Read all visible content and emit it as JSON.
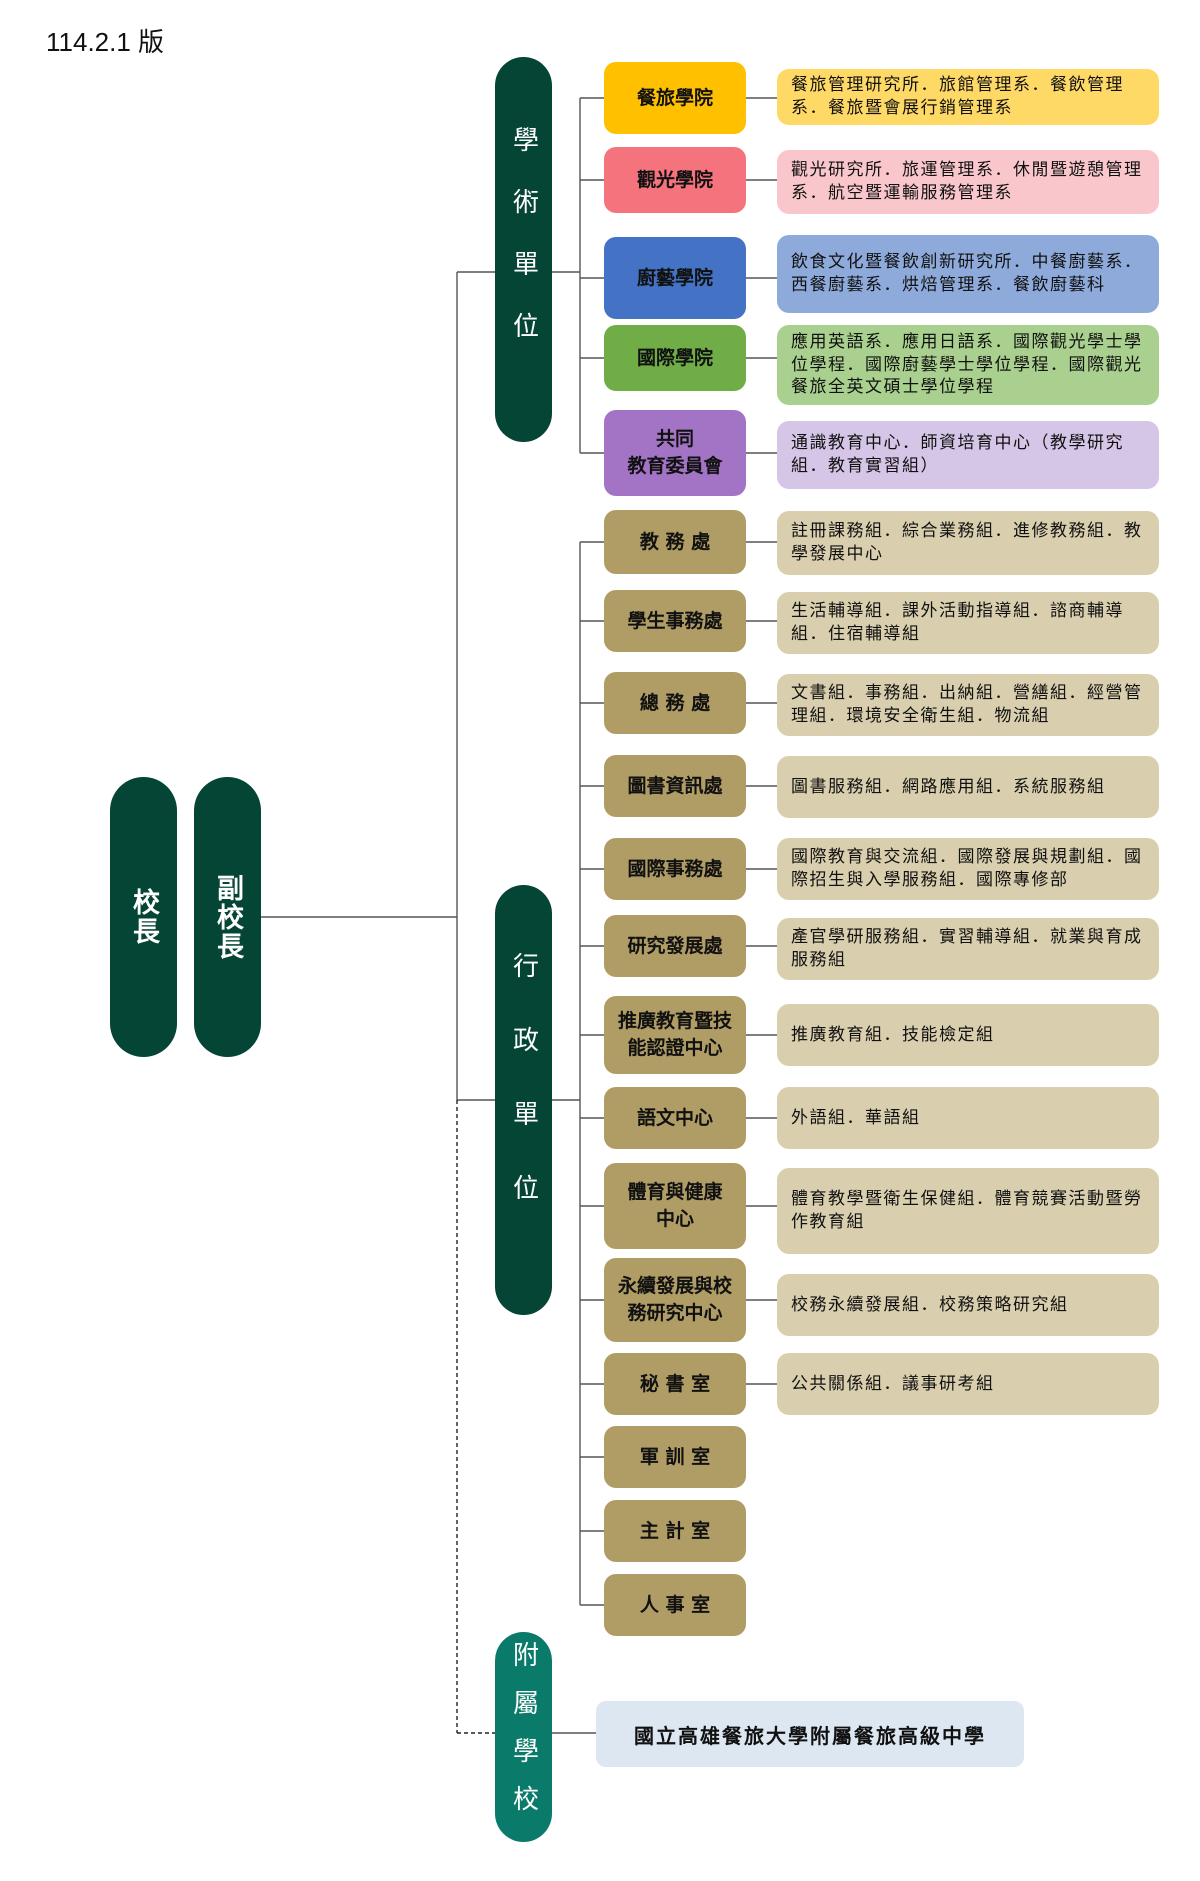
{
  "version": "114.2.1 版",
  "leaders": {
    "president": "校長",
    "vice_president": "副校長"
  },
  "categories": {
    "academic": "學術單位",
    "administrative": "行政單位",
    "affiliated": "附屬學校"
  },
  "academic_units": [
    {
      "name": "餐旅學院",
      "desc": "餐旅管理研究所．旅館管理系．餐飲管理系．餐旅暨會展行銷管理系",
      "color": "#ffc000",
      "desc_color": "#ffd966"
    },
    {
      "name": "觀光學院",
      "desc": "觀光研究所．旅運管理系．休閒暨遊憩管理系．航空暨運輸服務管理系",
      "color": "#f4737d",
      "desc_color": "#f9c7cb"
    },
    {
      "name": "廚藝學院",
      "desc": "飲食文化暨餐飲創新研究所．中餐廚藝系．西餐廚藝系．烘焙管理系．餐飲廚藝科",
      "color": "#4472c4",
      "desc_color": "#8eaadb"
    },
    {
      "name": "國際學院",
      "desc": "應用英語系．應用日語系．國際觀光學士學位學程．國際廚藝學士學位學程．國際觀光餐旅全英文碩士學位學程",
      "color": "#70ad47",
      "desc_color": "#a9d08e"
    },
    {
      "name": "共同\n教育委員會",
      "desc": "通識教育中心．師資培育中心（教學研究組．教育實習組）",
      "color": "#a374c6",
      "desc_color": "#d5c5e6"
    }
  ],
  "admin_units": [
    {
      "name": "教 務 處",
      "desc": "註冊課務組．綜合業務組．進修教務組．教學發展中心"
    },
    {
      "name": "學生事務處",
      "desc": "生活輔導組．課外活動指導組．諮商輔導組．住宿輔導組"
    },
    {
      "name": "總 務 處",
      "desc": "文書組．事務組．出納組．營繕組．經營管理組．環境安全衛生組．物流組"
    },
    {
      "name": "圖書資訊處",
      "desc": "圖書服務組．網路應用組．系統服務組"
    },
    {
      "name": "國際事務處",
      "desc": "國際教育與交流組．國際發展與規劃組．國際招生與入學服務組．國際專修部"
    },
    {
      "name": "研究發展處",
      "desc": "產官學研服務組．實習輔導組．就業與育成服務組"
    },
    {
      "name": "推廣教育暨技\n能認證中心",
      "desc": "推廣教育組．技能檢定組"
    },
    {
      "name": "語文中心",
      "desc": "外語組．華語組"
    },
    {
      "name": "體育與健康\n中心",
      "desc": "體育教學暨衛生保健組．體育競賽活動暨勞作教育組"
    },
    {
      "name": "永續發展與校\n務研究中心",
      "desc": "校務永續發展組．校務策略研究組"
    },
    {
      "name": "秘 書 室",
      "desc": "公共關係組．議事研考組"
    },
    {
      "name": "軍 訓 室",
      "desc": ""
    },
    {
      "name": "主 計 室",
      "desc": ""
    },
    {
      "name": "人 事 室",
      "desc": ""
    }
  ],
  "affiliated_school": "國立高雄餐旅大學附屬餐旅高級中學",
  "colors": {
    "dark_green": "#054536",
    "teal": "#0a7b6a",
    "admin_unit": "#b09c65",
    "admin_desc": "#d9cfae",
    "affiliated_box": "#dce7f2",
    "line": "#404040"
  }
}
